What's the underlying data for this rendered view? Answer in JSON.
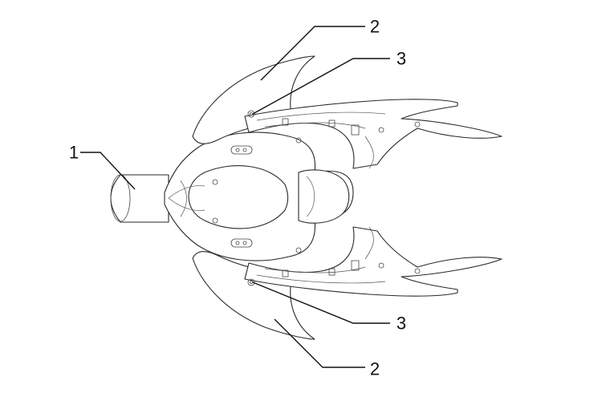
{
  "callouts": [
    {
      "id": "c1",
      "label": "1"
    },
    {
      "id": "c2-top",
      "label": "2"
    },
    {
      "id": "c3-top",
      "label": "3"
    },
    {
      "id": "c3-bottom",
      "label": "3"
    },
    {
      "id": "c2-bottom",
      "label": "2"
    }
  ]
}
